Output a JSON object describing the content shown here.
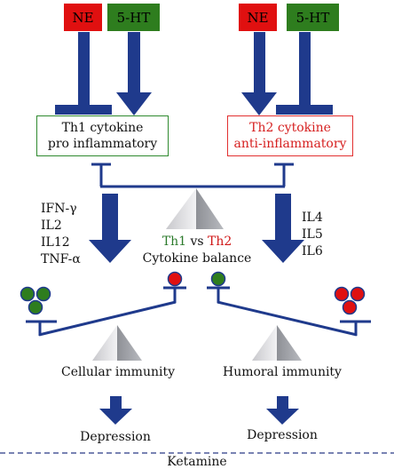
{
  "top_left": {
    "ne": "NE",
    "ht": "5-HT"
  },
  "top_right": {
    "ne": "NE",
    "ht": "5-HT"
  },
  "th1_box": {
    "line1": "Th1 cytokine",
    "line2": "pro inflammatory"
  },
  "th2_box": {
    "line1": "Th2 cytokine",
    "line2": "anti-inflammatory"
  },
  "th1_cytokines": [
    "IFN-γ",
    "IL2",
    "IL12",
    "TNF-α"
  ],
  "th2_cytokines": [
    "IL4",
    "IL5",
    "IL6"
  ],
  "balance": {
    "th1": "Th1",
    "vs": "vs",
    "th2": "Th2",
    "caption": "Cytokine balance"
  },
  "left_scale_label": "Cellular immunity",
  "right_scale_label": "Humoral immunity",
  "left_outcome": "Depression",
  "right_outcome": "Depression",
  "footer": "Ketamine",
  "colors": {
    "arrow": "#1f3a8c",
    "ne_red": "#e01010",
    "ht_green": "#2e7d1e",
    "circle_green": "#2e7d1e",
    "circle_red": "#e01010"
  }
}
